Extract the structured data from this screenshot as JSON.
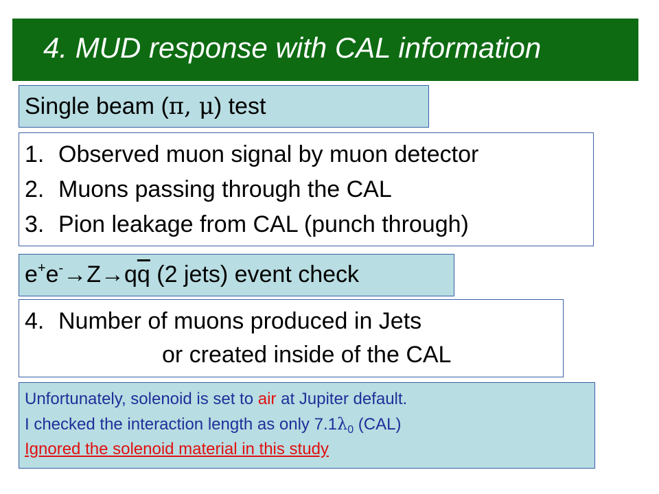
{
  "title": "4. MUD response with CAL information",
  "section1": {
    "heading_pre": "Single beam (",
    "heading_symbols": "π, μ",
    "heading_post": ") test",
    "items": [
      {
        "num": "1.",
        "text": "Observed muon signal by muon detector"
      },
      {
        "num": "2.",
        "text": "Muons passing through the CAL"
      },
      {
        "num": "3.",
        "text": "Pion leakage from CAL (punch through)"
      }
    ]
  },
  "section2": {
    "heading_e1": "e",
    "heading_plus": "+",
    "heading_e2": "e",
    "heading_minus": "-",
    "heading_mid": "→Z→q",
    "heading_qbar": "q",
    "heading_post": " (2 jets) event check",
    "item_num": "4.",
    "item_line1": "Number of muons produced in Jets",
    "item_line2": "or created inside of the CAL"
  },
  "notes": {
    "line1_pre": "Unfortunately, solenoid is set to ",
    "line1_red": "air",
    "line1_post": " at Jupiter default.",
    "line2_pre": "I checked the interaction length as only 7.1",
    "line2_lambda": "λ",
    "line2_sub": "0",
    "line2_post": " (CAL)",
    "line3": "Ignored the solenoid material in this study",
    "colors": {
      "text": "#1f2f9a",
      "highlight": "#e01010"
    }
  },
  "colors": {
    "title_bg": "#0e6b12",
    "box_fill": "#b8dde2",
    "border": "#3a5fa8"
  }
}
